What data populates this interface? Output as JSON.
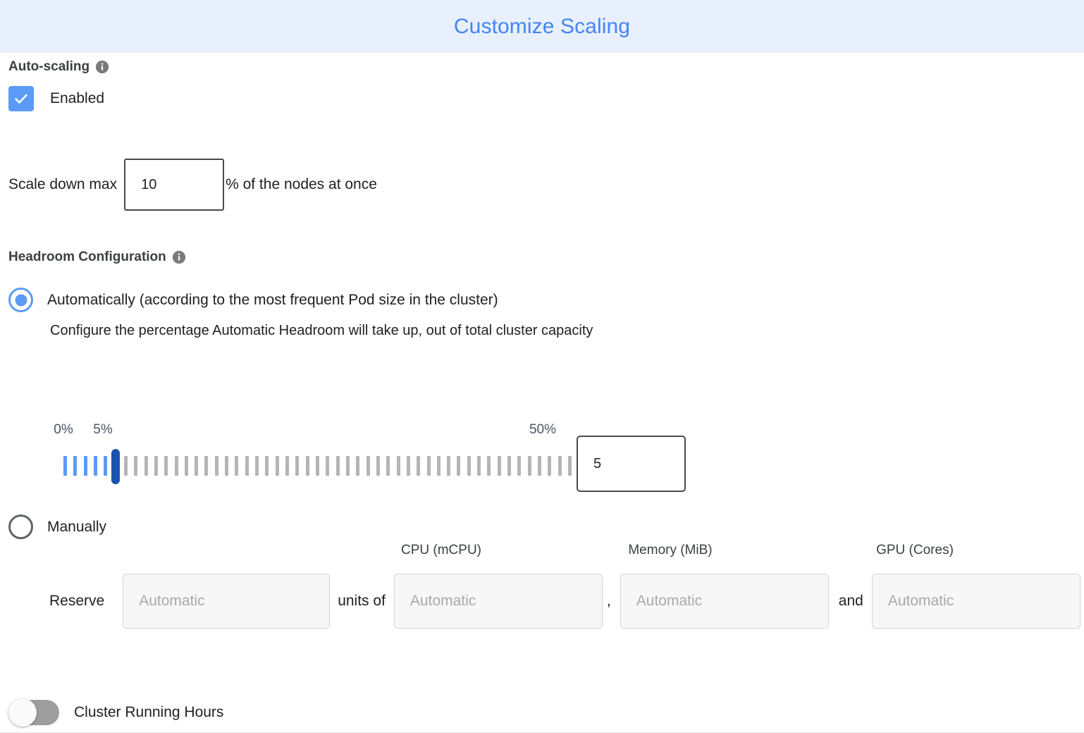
{
  "header": {
    "title": "Customize Scaling",
    "title_color": "#4285f4",
    "background_color": "#e8f0fe"
  },
  "autoscaling": {
    "section_label": "Auto-scaling",
    "info_icon": "info-icon",
    "enabled_label": "Enabled",
    "enabled_checked": true,
    "checkbox_color": "#5b9bf5",
    "scale_down": {
      "prefix_label": "Scale down max",
      "value": "10",
      "placeholder": "",
      "suffix_label": "% of the nodes at once"
    }
  },
  "headroom": {
    "section_label": "Headroom Configuration",
    "info_icon": "info-icon",
    "options": [
      {
        "id": "automatically",
        "label": "Automatically (according to the most frequent Pod size in the cluster)",
        "selected": true,
        "help_text": "Configure the percentage Automatic Headroom will take up, out of total cluster capacity"
      },
      {
        "id": "manually",
        "label": "Manually",
        "selected": false
      }
    ],
    "slider": {
      "min_label": "0%",
      "max_label": "50%",
      "current_label": "5%",
      "min": 0,
      "max": 50,
      "value": 5,
      "tick_count": 51,
      "filled_color": "#5b9bf5",
      "unfilled_color": "#b5b5b5",
      "thumb_color": "#1a53b0"
    },
    "value_input": {
      "value": "5",
      "placeholder": ""
    },
    "manual_fields": {
      "reserve_label": "Reserve",
      "units_of_label": "units of",
      "comma_label": ",",
      "and_label": "and",
      "units_field": {
        "header": "",
        "placeholder": "Automatic",
        "value": ""
      },
      "cpu_field": {
        "header": "CPU (mCPU)",
        "placeholder": "Automatic",
        "value": ""
      },
      "memory_field": {
        "header": "Memory (MiB)",
        "placeholder": "Automatic",
        "value": ""
      },
      "gpu_field": {
        "header": "GPU (Cores)",
        "placeholder": "Automatic",
        "value": ""
      }
    }
  },
  "cluster_running_hours": {
    "label": "Cluster Running Hours",
    "enabled": false,
    "track_color": "#9e9e9e"
  }
}
